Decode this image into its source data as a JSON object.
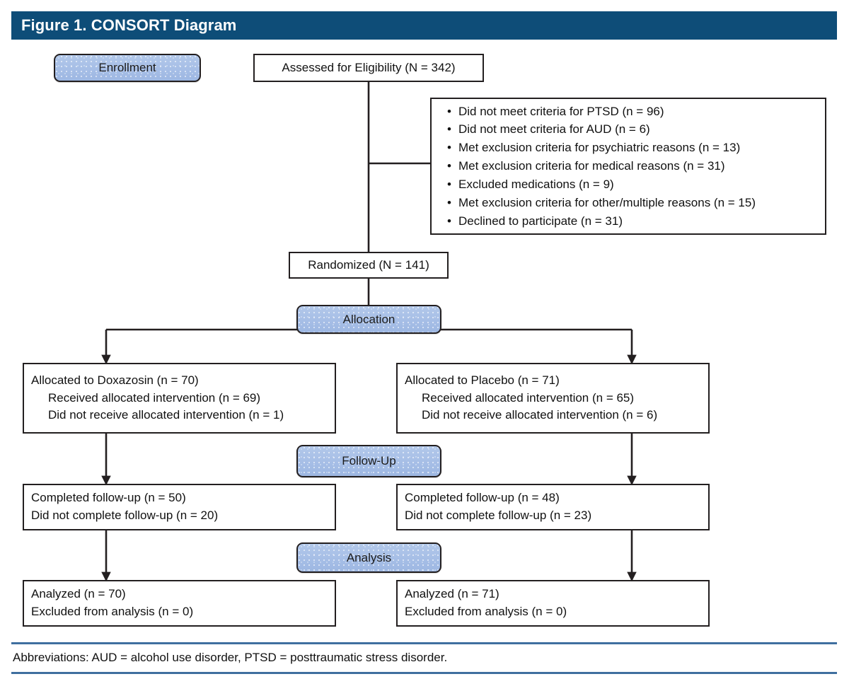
{
  "header": {
    "title": "Figure 1. CONSORT Diagram",
    "bar_color": "#0e4d78"
  },
  "colors": {
    "header_bar": "#0e4d78",
    "stage_fill": "#a9c0e7",
    "box_border": "#231f20",
    "footer_rule": "#3f6f9f",
    "text": "#111111"
  },
  "stages": [
    {
      "name": "enrollment",
      "label": "Enrollment"
    },
    {
      "name": "allocation",
      "label": "Allocation"
    },
    {
      "name": "follow-up",
      "label": "Follow-Up"
    },
    {
      "name": "analysis",
      "label": "Analysis"
    }
  ],
  "nodes": {
    "assessed": {
      "label": "Assessed for Eligibility (N = 342)"
    },
    "excluded": {
      "items": [
        "Did not meet criteria for PTSD (n = 96)",
        "Did not meet criteria for AUD (n = 6)",
        "Met exclusion criteria for psychiatric reasons (n = 13)",
        "Met exclusion criteria for medical reasons (n = 31)",
        "Excluded medications (n = 9)",
        "Met exclusion criteria for other/multiple reasons (n = 15)",
        "Declined to participate (n = 31)"
      ],
      "bullet": "•"
    },
    "randomized": {
      "label": "Randomized (N = 141)"
    },
    "allocated_left": {
      "title": "Allocated to Doxazosin (n = 70)",
      "line2": "Received allocated intervention (n = 69)",
      "line3": "Did not receive allocated intervention (n = 1)"
    },
    "allocated_right": {
      "title": "Allocated to Placebo (n = 71)",
      "line2": "Received allocated intervention (n = 65)",
      "line3": "Did not receive allocated intervention (n = 6)"
    },
    "followup_left": {
      "line1": "Completed follow-up (n = 50)",
      "line2": "Did not complete follow-up (n = 20)"
    },
    "followup_right": {
      "line1": "Completed follow-up (n = 48)",
      "line2": "Did not complete follow-up (n = 23)"
    },
    "analysis_left": {
      "line1": "Analyzed (n = 70)",
      "line2": "Excluded from analysis (n = 0)"
    },
    "analysis_right": {
      "line1": "Analyzed (n = 71)",
      "line2": "Excluded from analysis (n = 0)"
    }
  },
  "footer": {
    "note": "Abbreviations: AUD = alcohol use disorder, PTSD = posttraumatic stress disorder."
  }
}
